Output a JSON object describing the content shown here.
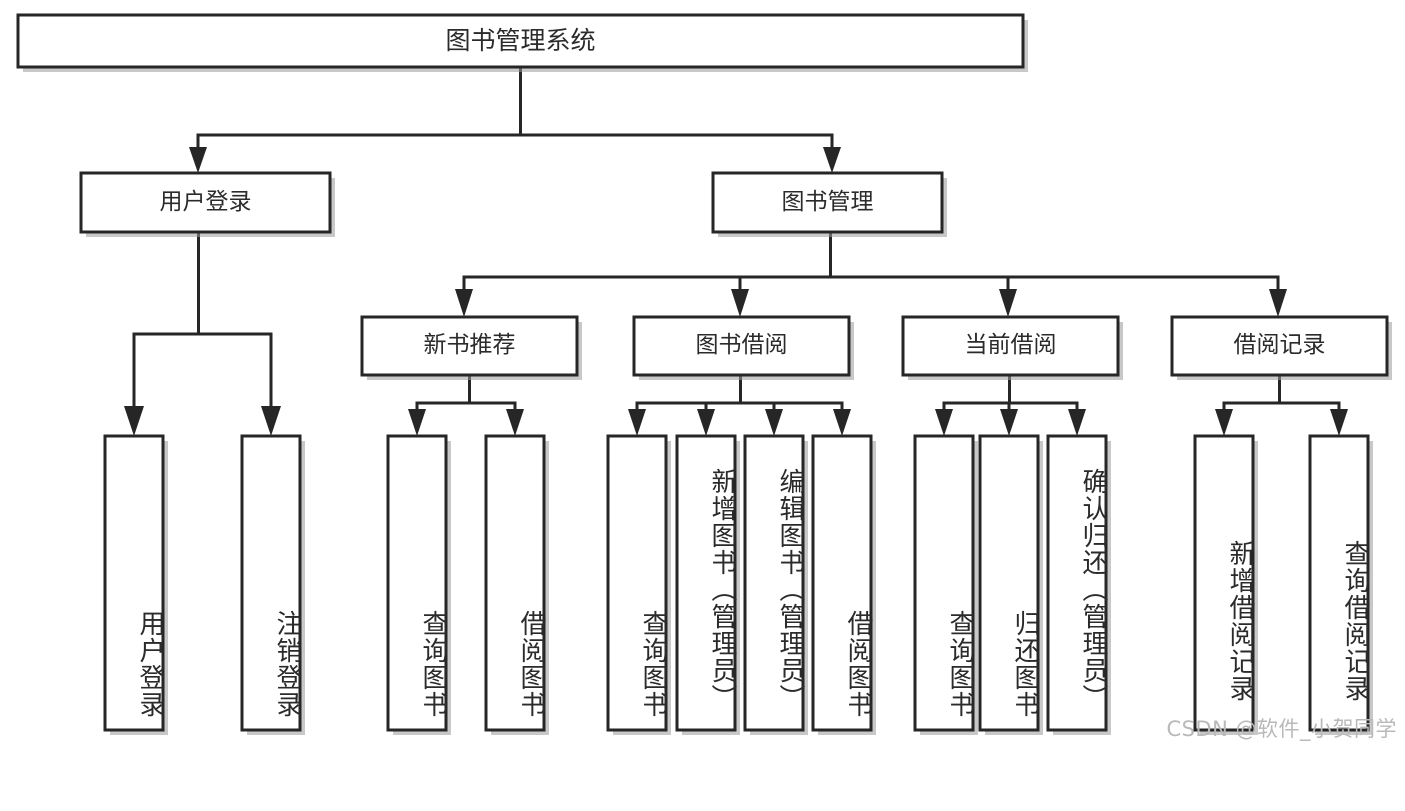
{
  "diagram": {
    "type": "tree-hierarchy-diagram",
    "title_text": "图书管理系统",
    "orientation": "top-down",
    "colors": {
      "box_fill": "#ffffff",
      "box_stroke": "#262626",
      "text": "#2b2b2b",
      "background": "#ffffff",
      "watermark": "#b9b9b9"
    },
    "levels": [
      {
        "level": 1,
        "nodes": [
          {
            "id": "root",
            "label": "图书管理系统",
            "orientation": "horizontal"
          }
        ]
      },
      {
        "level": 2,
        "nodes": [
          {
            "id": "user-login",
            "label": "用户登录",
            "orientation": "horizontal",
            "parent": "root"
          },
          {
            "id": "book-manage",
            "label": "图书管理",
            "orientation": "horizontal",
            "parent": "root"
          }
        ]
      },
      {
        "level": 3,
        "nodes": [
          {
            "id": "new-book-rec",
            "label": "新书推荐",
            "orientation": "horizontal",
            "parent": "book-manage"
          },
          {
            "id": "book-borrow",
            "label": "图书借阅",
            "orientation": "horizontal",
            "parent": "book-manage"
          },
          {
            "id": "current-borrow",
            "label": "当前借阅",
            "orientation": "horizontal",
            "parent": "book-manage"
          },
          {
            "id": "borrow-record",
            "label": "借阅记录",
            "orientation": "horizontal",
            "parent": "book-manage"
          }
        ]
      },
      {
        "level": 4,
        "nodes": [
          {
            "id": "leaf-user-login",
            "label": "用户登录",
            "orientation": "vertical",
            "parent": "user-login"
          },
          {
            "id": "leaf-logout-login",
            "label": "注销登录",
            "orientation": "vertical",
            "parent": "user-login"
          },
          {
            "id": "leaf-query-book-1",
            "label": "查询图书",
            "orientation": "vertical",
            "parent": "new-book-rec"
          },
          {
            "id": "leaf-borrow-book-1",
            "label": "借阅图书",
            "orientation": "vertical",
            "parent": "new-book-rec"
          },
          {
            "id": "leaf-query-book-2",
            "label": "查询图书",
            "orientation": "vertical",
            "parent": "book-borrow"
          },
          {
            "id": "leaf-add-book",
            "label": "新增图书（管理员）",
            "orientation": "vertical",
            "parent": "book-borrow"
          },
          {
            "id": "leaf-edit-book",
            "label": "编辑图书（管理员）",
            "orientation": "vertical",
            "parent": "book-borrow"
          },
          {
            "id": "leaf-borrow-book-2",
            "label": "借阅图书",
            "orientation": "vertical",
            "parent": "book-borrow"
          },
          {
            "id": "leaf-query-book-3",
            "label": "查询图书",
            "orientation": "vertical",
            "parent": "current-borrow"
          },
          {
            "id": "leaf-return-book",
            "label": "归还图书",
            "orientation": "vertical",
            "parent": "current-borrow"
          },
          {
            "id": "leaf-confirm-return",
            "label": "确认归还（管理员）",
            "orientation": "vertical",
            "parent": "current-borrow"
          },
          {
            "id": "leaf-add-record",
            "label": "新增借阅记录",
            "orientation": "vertical",
            "parent": "borrow-record"
          },
          {
            "id": "leaf-query-record",
            "label": "查询借阅记录",
            "orientation": "vertical",
            "parent": "borrow-record"
          }
        ]
      }
    ]
  },
  "watermark": {
    "text": "CSDN @软件_小贺同学"
  }
}
